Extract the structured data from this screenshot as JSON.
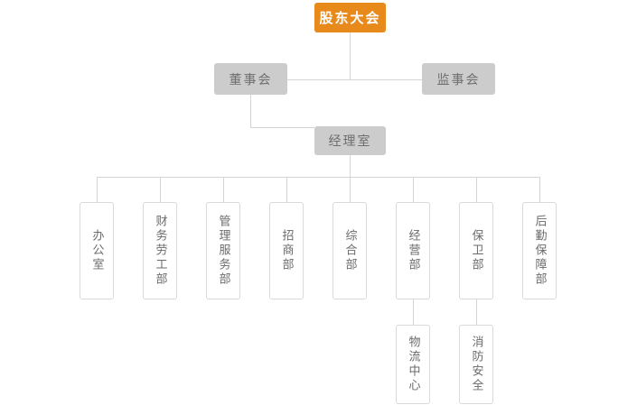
{
  "chart": {
    "type": "org-chart",
    "title": "",
    "colors": {
      "root_fill": "#e8891c",
      "root_text": "#ffffff",
      "level2_fill": "#cccccc",
      "level2_text": "#6e6e6e",
      "leaf_border": "#d9d9d9",
      "leaf_text": "#6b6b6b",
      "connector": "#d4d4d4",
      "background": "#ffffff"
    },
    "nodes": {
      "root": {
        "label": "股东大会"
      },
      "board": {
        "label": "董事会"
      },
      "supervisors": {
        "label": "监事会"
      },
      "manager": {
        "label": "经理室"
      }
    },
    "departments": [
      {
        "label": "办公室"
      },
      {
        "label": "财务劳工部"
      },
      {
        "label": "管理服务部"
      },
      {
        "label": "招商部"
      },
      {
        "label": "综合部"
      },
      {
        "label": "经营部"
      },
      {
        "label": "保卫部"
      },
      {
        "label": "后勤保障部"
      }
    ],
    "sub_departments": [
      {
        "label": "物流中心",
        "parent": "经营部"
      },
      {
        "label": "消防安全",
        "parent": "保卫部"
      }
    ]
  }
}
